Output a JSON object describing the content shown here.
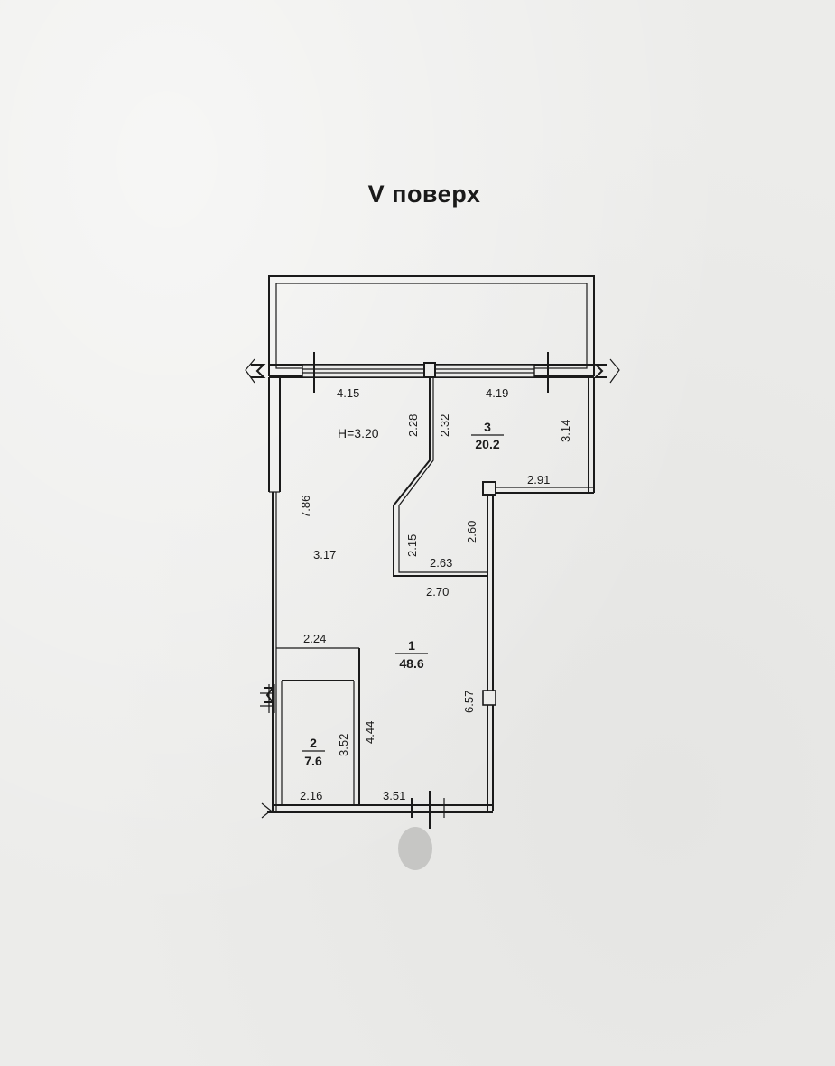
{
  "title": "V поверх",
  "ceiling_height": "H=3.20",
  "rooms": [
    {
      "number": "1",
      "area": "48.6"
    },
    {
      "number": "2",
      "area": "7.6"
    },
    {
      "number": "3",
      "area": "20.2"
    }
  ],
  "dimensions": {
    "top_left_width": "4.15",
    "top_right_width": "4.19",
    "column_left": "2.28",
    "column_right": "2.32",
    "right_upper_height": "3.14",
    "right_notch_width": "2.91",
    "left_wall_height": "7.86",
    "left_mid_width": "3.17",
    "kitchen_niche_height": "2.15",
    "kitchen_niche_width": "2.63",
    "notch_height": "2.60",
    "notch_width": "2.70",
    "bath_top_width": "2.24",
    "bath_height": "3.52",
    "bath_outer_height": "4.44",
    "bath_width": "2.16",
    "bottom_width": "3.51",
    "right_lower_height": "6.57"
  },
  "colors": {
    "ink": "#1a1a1a",
    "paper": "#ececea"
  }
}
